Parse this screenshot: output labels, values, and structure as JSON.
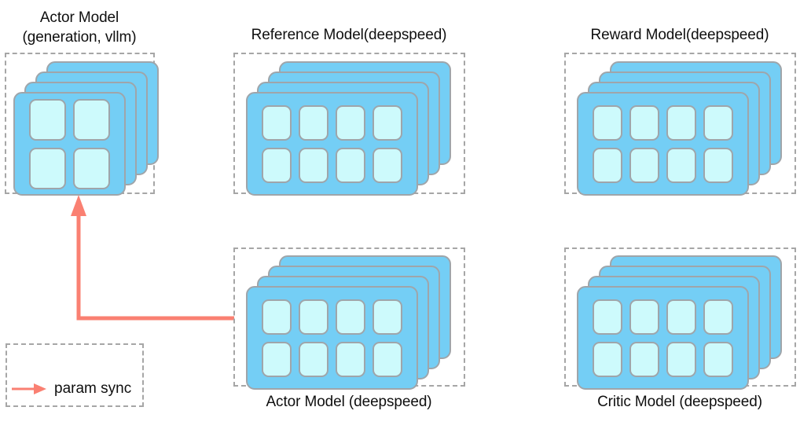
{
  "diagram": {
    "title": "RLHF model placement diagram",
    "background_color": "#ffffff",
    "card_fill_color": "#74cef5",
    "chip_fill_color": "#cdfafc",
    "card_border_color": "#9fa5aa",
    "dashed_border_color": "#a6a6a6",
    "arrow_color": "#fa8072"
  },
  "groups": [
    {
      "id": "actor-vllm",
      "label": "Actor Model\n(generation, vllm)",
      "label_lines": [
        "Actor Model",
        "(generation, vllm)"
      ],
      "title_position": "above",
      "stack_count": 4,
      "chip_layout": "2x2",
      "chip_count": 4
    },
    {
      "id": "reference",
      "label": "Reference Model(deepspeed)",
      "label_lines": [
        "Reference Model(deepspeed)"
      ],
      "title_position": "above",
      "stack_count": 4,
      "chip_layout": "4x2",
      "chip_count": 8
    },
    {
      "id": "reward",
      "label": "Reward Model(deepspeed)",
      "label_lines": [
        "Reward Model(deepspeed)"
      ],
      "title_position": "above",
      "stack_count": 4,
      "chip_layout": "4x2",
      "chip_count": 8
    },
    {
      "id": "actor-deepspeed",
      "label": "Actor Model (deepspeed)",
      "label_lines": [
        "Actor Model (deepspeed)"
      ],
      "title_position": "below",
      "stack_count": 4,
      "chip_layout": "4x2",
      "chip_count": 8
    },
    {
      "id": "critic",
      "label": "Critic Model (deepspeed)",
      "label_lines": [
        "Critic Model (deepspeed)"
      ],
      "title_position": "below",
      "stack_count": 4,
      "chip_layout": "4x2",
      "chip_count": 8
    }
  ],
  "connections": [
    {
      "id": "param-sync-edge",
      "from": "actor-deepspeed",
      "to": "actor-vllm",
      "label": "",
      "style": "elbow-arrow",
      "color": "#fa8072"
    }
  ],
  "legend": {
    "label": "param sync",
    "arrow_color": "#fa8072"
  }
}
